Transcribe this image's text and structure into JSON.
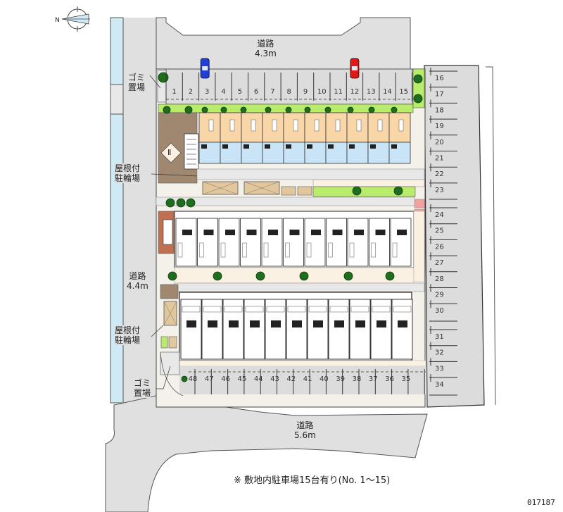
{
  "compass": {
    "label": "N",
    "icon": "compass-icon"
  },
  "roads": {
    "north": {
      "name": "道路",
      "width": "4.3m"
    },
    "west": {
      "name": "道路",
      "width": "4.4m"
    },
    "south": {
      "name": "道路",
      "width": "5.6m"
    }
  },
  "facilities": {
    "garbage_top": {
      "line1": "ゴミ",
      "line2": "置場"
    },
    "garbage_bottom": {
      "line1": "ゴミ",
      "line2": "置場"
    },
    "bike_top": {
      "line1": "屋根付",
      "line2": "駐輪場"
    },
    "bike_bottom": {
      "line1": "屋根付",
      "line2": "駐輪場"
    },
    "entrance_mark": "Ⅱ"
  },
  "parking": {
    "top_row": [
      "1",
      "2",
      "3",
      "4",
      "5",
      "6",
      "7",
      "8",
      "9",
      "10",
      "11",
      "12",
      "13",
      "14",
      "15"
    ],
    "right_column_a": [
      "16",
      "17",
      "18",
      "19",
      "20",
      "21",
      "22",
      "23"
    ],
    "right_column_b": [
      "24",
      "25",
      "26",
      "27",
      "28",
      "29",
      "30"
    ],
    "right_column_c": [
      "31",
      "32",
      "33",
      "34"
    ],
    "bottom_row": [
      "48",
      "47",
      "46",
      "45",
      "44",
      "43",
      "42",
      "41",
      "40",
      "39",
      "38",
      "37",
      "36",
      "35"
    ],
    "cars": [
      {
        "space": "3",
        "color": "#1f3fd6"
      },
      {
        "space": "12",
        "color": "#e01818"
      }
    ]
  },
  "colors": {
    "road": "#e0e0e0",
    "water": "#cfe9f5",
    "unit_warm": "#f9d6a8",
    "unit_cool": "#c9e4f7",
    "walkway": "#fbf1e3",
    "greenery": "#b8ec6a",
    "tree": "#1f6e1f",
    "gravel": "#a08870",
    "pink": "#f2a0a0",
    "bike_roof": "#e2c69c"
  },
  "footer": {
    "note": "※ 敷地内駐車場15台有り(No. 1～15)",
    "code": "017187"
  }
}
